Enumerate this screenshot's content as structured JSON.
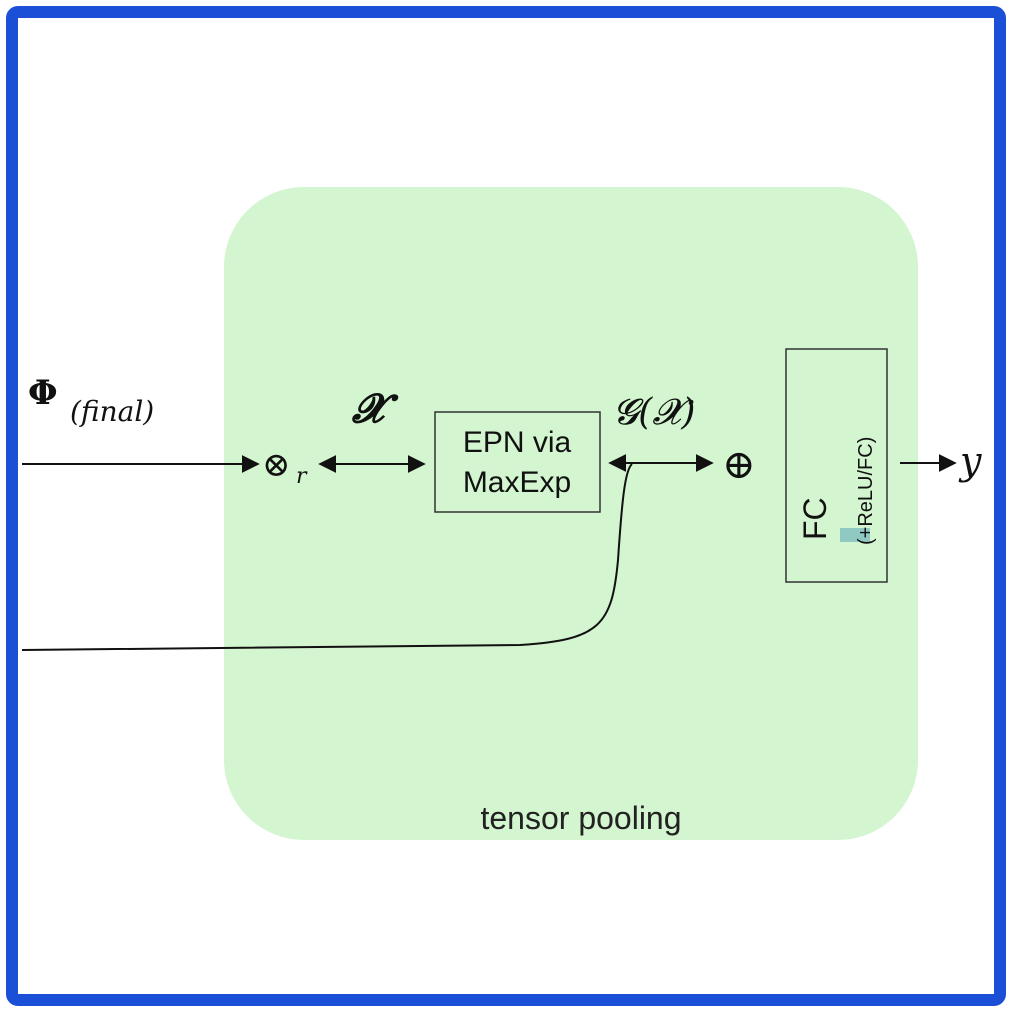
{
  "diagram": {
    "input_symbol": "Φ",
    "input_subscript": "(final)",
    "operator_tensor": "⊗",
    "operator_tensor_sub": "r",
    "x_symbol": "𝓧",
    "epn_box_line1": "EPN via",
    "epn_box_line2": "MaxExp",
    "g_symbol": "𝓖(𝓧)",
    "operator_sum": "⊕",
    "fc_label": "FC",
    "fc_sublabel": "(+ReLU/FC)",
    "output_symbol": "y",
    "region_label": "tensor pooling"
  },
  "colors": {
    "frame": "#1a4fd6",
    "region_fill": "#d3f5cf",
    "stroke": "#111111",
    "fc_highlight": "#8fc9c2"
  }
}
